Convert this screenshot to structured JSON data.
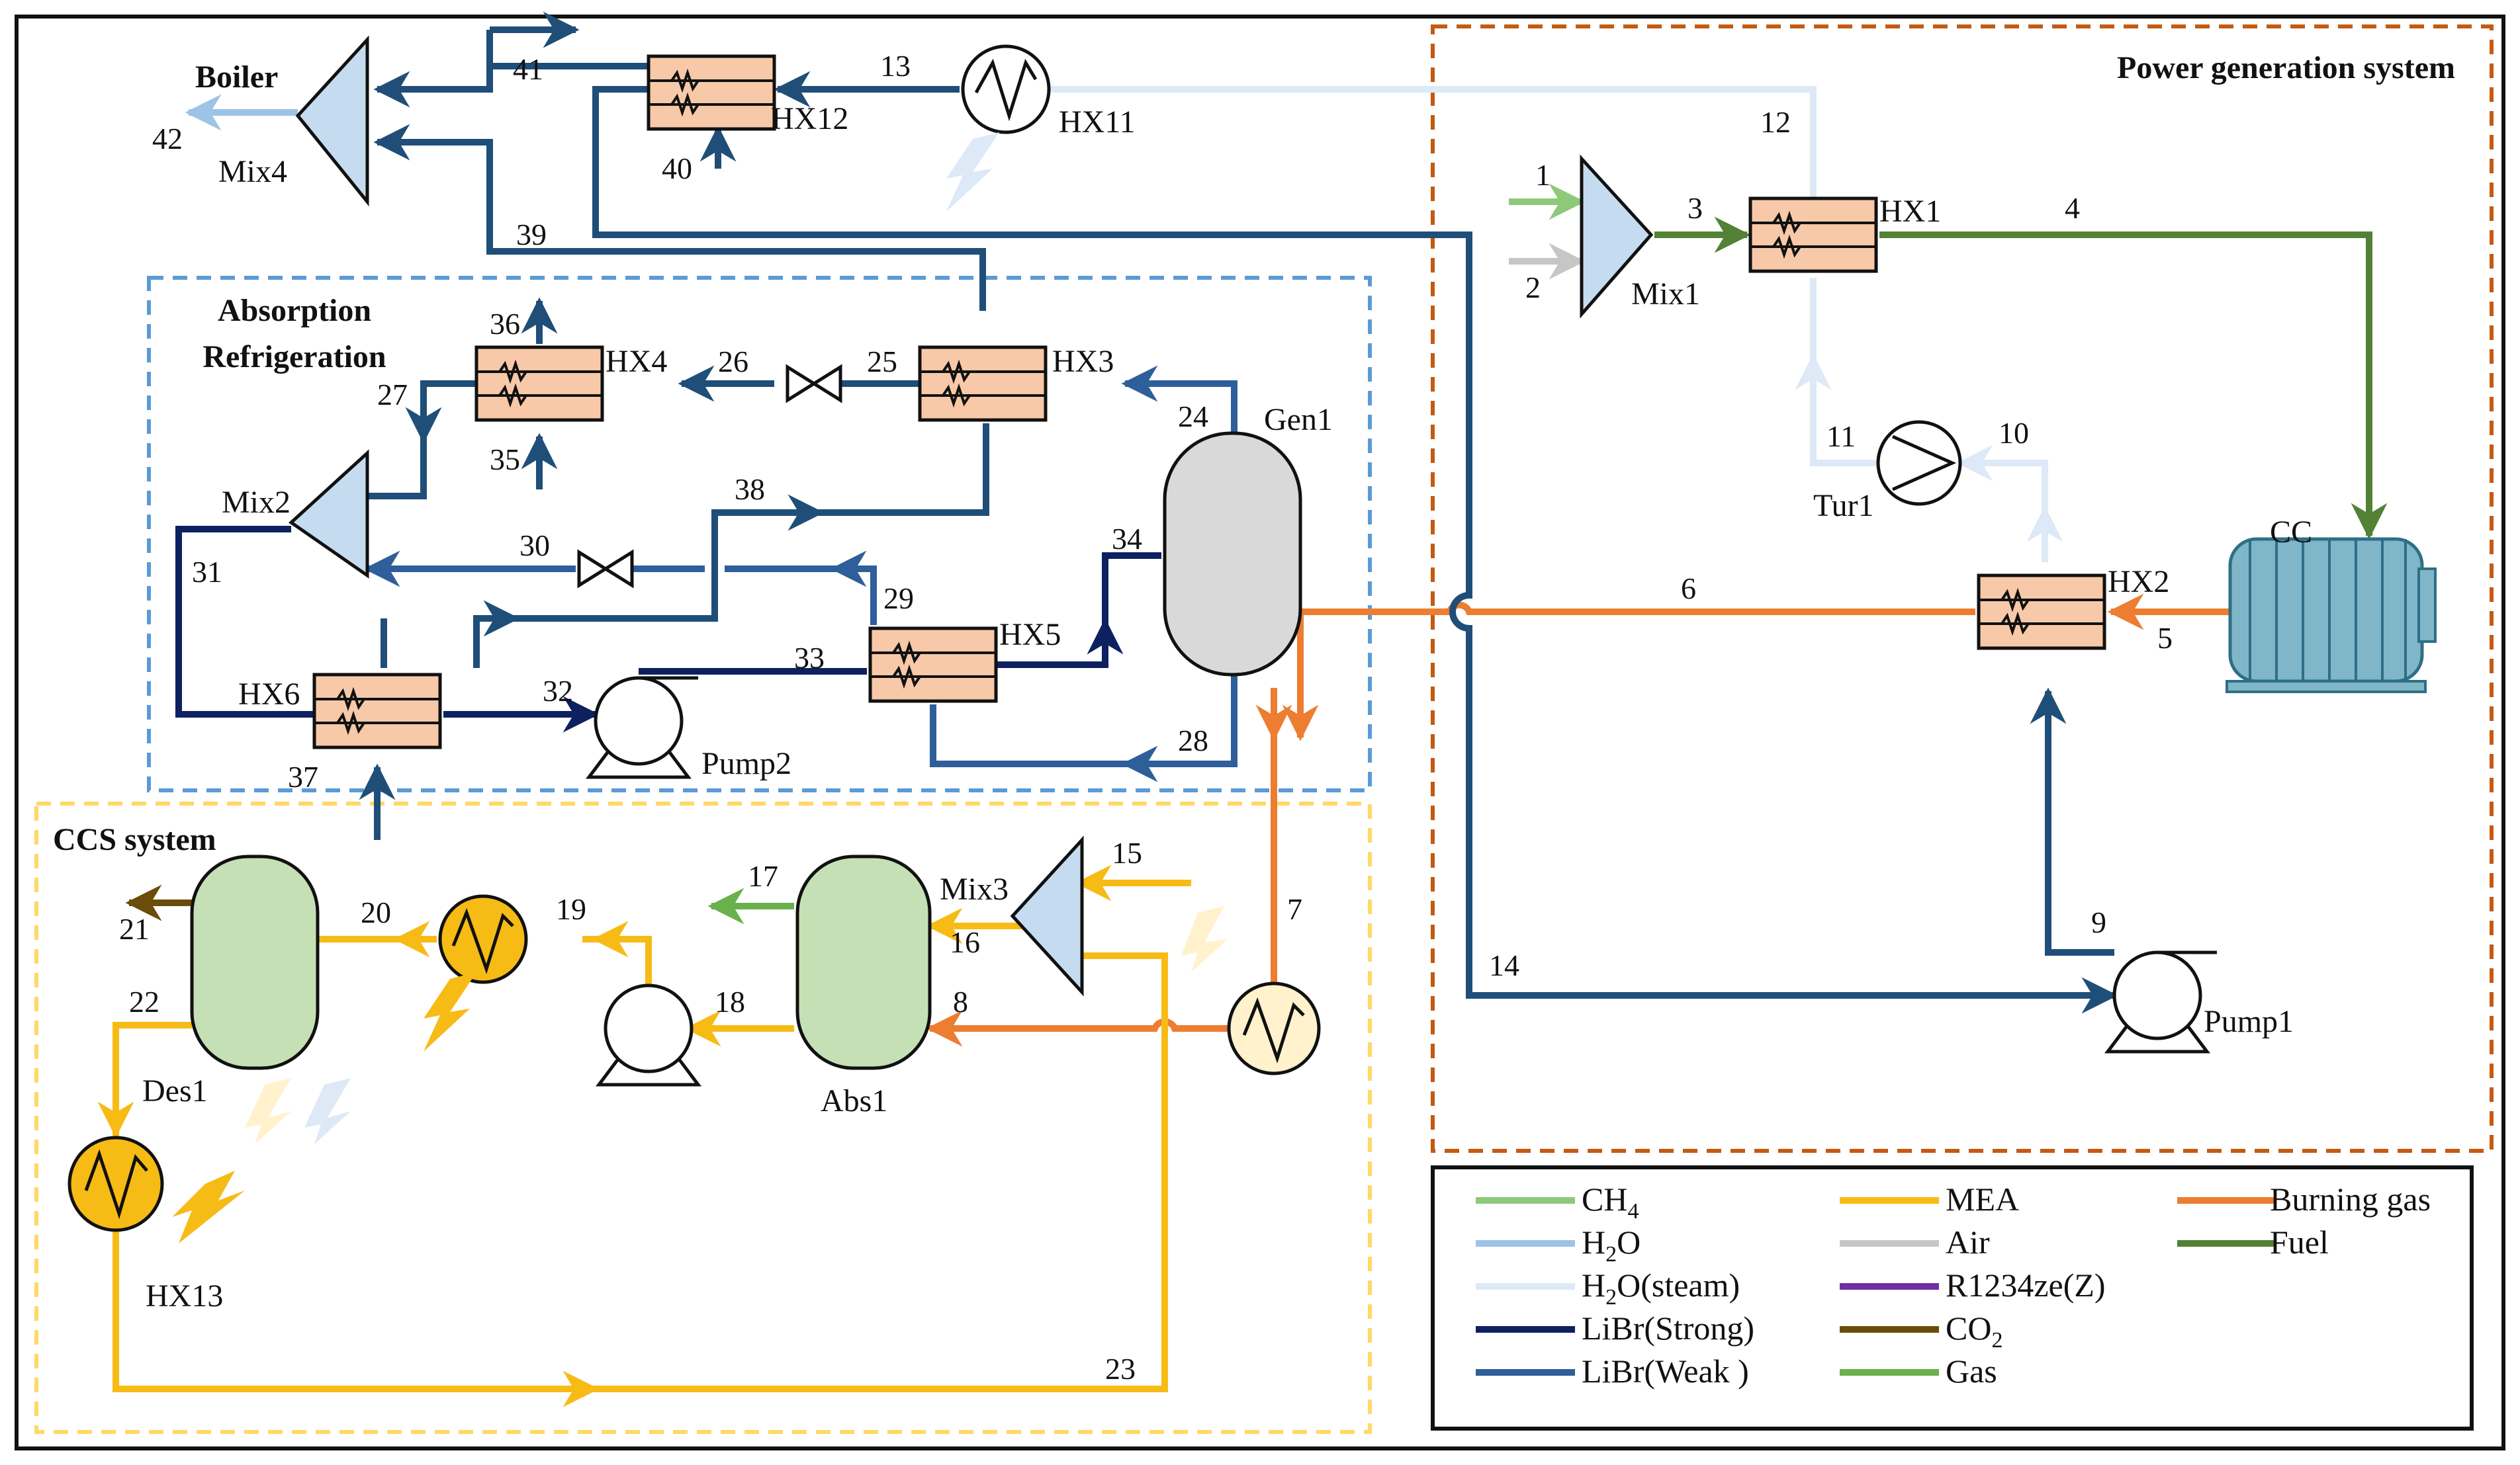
{
  "systems": {
    "power": "Power generation system",
    "absorption_1": "Absorption",
    "absorption_2": "Refrigeration",
    "ccs": "CCS system",
    "boiler": "Boiler"
  },
  "components": {
    "hx1": "HX1",
    "hx2": "HX2",
    "hx3": "HX3",
    "hx4": "HX4",
    "hx5": "HX5",
    "hx6": "HX6",
    "hx11": "HX11",
    "hx12": "HX12",
    "hx13": "HX13",
    "mix1": "Mix1",
    "mix2": "Mix2",
    "mix3": "Mix3",
    "mix4": "Mix4",
    "tur1": "Tur1",
    "cc": "CC",
    "gen1": "Gen1",
    "pump1": "Pump1",
    "pump2": "Pump2",
    "des1": "Des1",
    "abs1": "Abs1"
  },
  "streams": {
    "s1": "1",
    "s2": "2",
    "s3": "3",
    "s4": "4",
    "s5": "5",
    "s6": "6",
    "s7": "7",
    "s8": "8",
    "s9": "9",
    "s10": "10",
    "s11": "11",
    "s12": "12",
    "s13": "13",
    "s14": "14",
    "s15": "15",
    "s16": "16",
    "s17": "17",
    "s18": "18",
    "s19": "19",
    "s20": "20",
    "s21": "21",
    "s22": "22",
    "s23": "23",
    "s24": "24",
    "s25": "25",
    "s26": "26",
    "s27": "27",
    "s28": "28",
    "s29": "29",
    "s30": "30",
    "s31": "31",
    "s32": "32",
    "s33": "33",
    "s34": "34",
    "s35": "35",
    "s36": "36",
    "s37": "37",
    "s38": "38",
    "s39": "39",
    "s40": "40",
    "s41": "41",
    "s42": "42"
  },
  "colors": {
    "ch4": "#8ec97a",
    "h2o": "#9dc3e6",
    "steam": "#dde9f6",
    "libr_strong": "#0d2060",
    "libr_weak": "#2e5f9a",
    "mea": "#f7bb16",
    "air": "#c6c6c6",
    "r1234": "#7030a0",
    "co2": "#6b4c0a",
    "gas": "#6ab04c",
    "burning": "#ed7d31",
    "fuel": "#538135",
    "hx_fill": "#f8c9a8",
    "cc_body": "#7fb6c8",
    "gen_fill": "#d9d9d9",
    "column_fill": "#c5e0b4",
    "heater_fill": "#fff2cc",
    "box_power": "#c55a11",
    "box_absorption": "#5b9bd5",
    "box_ccs": "#ffd966"
  },
  "legend": [
    {
      "label_html": "CH<tspan baseline-shift='sub' font-size='34'>4</tspan>",
      "label": "CH4",
      "color": "#8ec97a"
    },
    {
      "label": "H2O",
      "color": "#9dc3e6"
    },
    {
      "label": "H2O(steam)",
      "color": "#dde9f6"
    },
    {
      "label": "LiBr(Strong)",
      "color": "#0d2060"
    },
    {
      "label": "LiBr(Weak )",
      "color": "#2e5f9a"
    },
    {
      "label": "MEA",
      "color": "#f7bb16"
    },
    {
      "label": "Air",
      "color": "#c6c6c6"
    },
    {
      "label": "R1234ze(Z)",
      "color": "#7030a0"
    },
    {
      "label": "CO2",
      "color": "#6b4c0a"
    },
    {
      "label": "Gas",
      "color": "#6ab04c"
    },
    {
      "label": "Burning gas",
      "color": "#ed7d31"
    },
    {
      "label": "Fuel",
      "color": "#538135"
    }
  ]
}
